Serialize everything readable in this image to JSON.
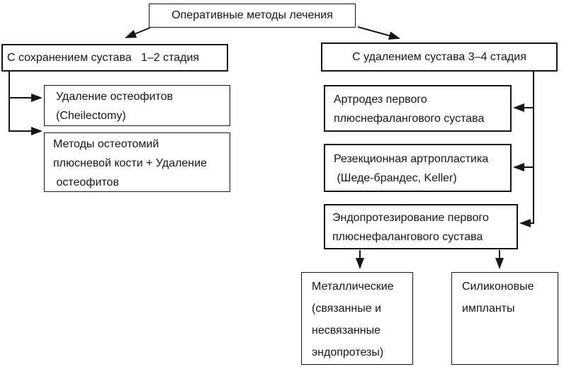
{
  "diagram": {
    "title": "Оперативные методы лечения",
    "left_branch": {
      "header": "С сохранением сустава   1–2 стадия",
      "items": [
        {
          "text": "Удаление остеофитов\n(Cheilectomy)"
        },
        {
          "text": "Методы остеотомий\nплюсневой кости + Удаление\n остеофитов"
        }
      ]
    },
    "right_branch": {
      "header": "С удалением сустава 3–4 стадия",
      "items": [
        {
          "text": "Артродез первого\nплюснефалангового сустава"
        },
        {
          "text": "Резекционная артропластика\n (Шеде-брандес, Keller)"
        },
        {
          "text": "Эндопротезирование первого\nплюснефалангового сустава"
        }
      ],
      "implants": [
        {
          "text": "Металлические\n(связанные и\nнесвязанные\nэндопротезы)"
        },
        {
          "text": "Силиконовые\nимпланты"
        }
      ]
    },
    "colors": {
      "line": "#161616",
      "text": "#161616",
      "background": "#ffffff"
    }
  }
}
